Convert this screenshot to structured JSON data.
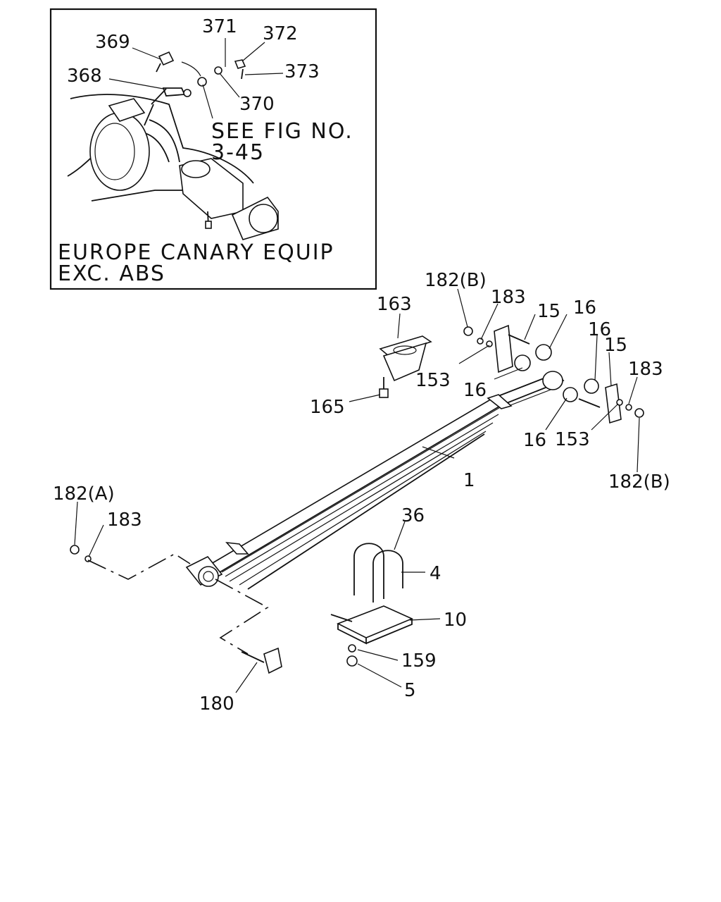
{
  "inset": {
    "note_line1": "SEE FIG NO.",
    "note_line2": "3-45",
    "equip_line1": "EUROPE CANARY EQUIP",
    "equip_line2": "EXC. ABS",
    "callouts": {
      "c368": "368",
      "c369": "369",
      "c370": "370",
      "c371": "371",
      "c372": "372",
      "c373": "373"
    }
  },
  "callouts": {
    "c1": "1",
    "c4": "4",
    "c5": "5",
    "c10": "10",
    "c15a": "15",
    "c15b": "15",
    "c16a": "16",
    "c16b": "16",
    "c16c": "16",
    "c16d": "16",
    "c36": "36",
    "c153a": "153",
    "c153b": "153",
    "c159": "159",
    "c163": "163",
    "c165": "165",
    "c180": "180",
    "c182a": "182(A)",
    "c182b1": "182(B)",
    "c182b2": "182(B)",
    "c183a": "183",
    "c183b": "183",
    "c183c": "183"
  }
}
